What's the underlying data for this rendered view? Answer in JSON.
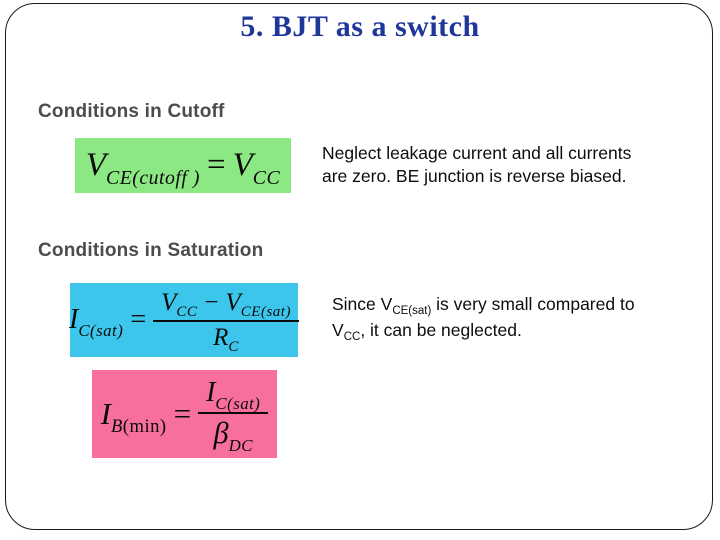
{
  "slide": {
    "title": "5. BJT as a switch",
    "cutoff": {
      "heading": "Conditions in Cutoff",
      "note_lines": [
        "Neglect leakage current and all currents",
        "are zero. BE junction is reverse biased."
      ],
      "formula": {
        "lhs_var": "V",
        "lhs_sub": "CE(cutoff )",
        "eq": "=",
        "rhs_var": "V",
        "rhs_sub": "CC"
      }
    },
    "saturation": {
      "heading": "Conditions in Saturation",
      "note": {
        "l1_pre": "Since V",
        "l1_sub": "CE(sat)",
        "l1_post": " is very small compared to",
        "l2_pre": "V",
        "l2_sub": "CC",
        "l2_post": ", it can be neglected."
      },
      "formula_ic": {
        "lhs_var": "I",
        "lhs_sub": "C(sat)",
        "eq": "=",
        "num_var1": "V",
        "num_sub1": "CC",
        "minus": "−",
        "num_var2": "V",
        "num_sub2": "CE(sat)",
        "den_var": "R",
        "den_sub": "C"
      },
      "formula_ib": {
        "lhs_var": "I",
        "lhs_sub_italic": "B",
        "lhs_sub_roman": "(min)",
        "eq": "=",
        "num_var": "I",
        "num_sub": "C(sat)",
        "den_var": "β",
        "den_sub": "DC"
      }
    },
    "colors": {
      "title_text": "#1E3799",
      "heading_text": "#4C4C4C",
      "cutoff_box_bg": "#8BE883",
      "ic_box_bg": "#3DC6EB",
      "ib_box_bg": "#F76F9D"
    }
  }
}
